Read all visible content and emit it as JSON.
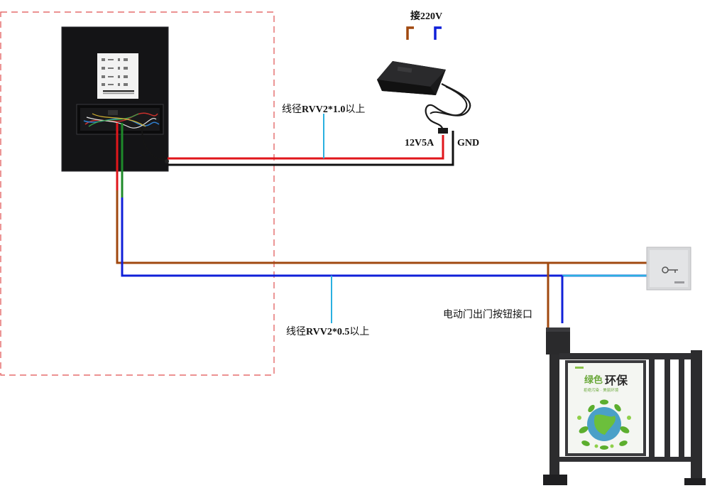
{
  "labels": {
    "power_input": "接220V",
    "adapter_output": "12V5A",
    "ground": "GND",
    "cable_spec_power_prefix": "线径",
    "cable_spec_power_bold": "RVV2*1.0",
    "cable_spec_power_suffix": "以上",
    "cable_spec_signal_prefix": "线径",
    "cable_spec_signal_bold": "RVV2*0.5",
    "cable_spec_signal_suffix": "以上",
    "gate_button_port": "电动门出门按钮接口"
  },
  "poster": {
    "title_a": "绿色",
    "title_b": "环保",
    "subtitle": "拒绝污染 · 美丽环境"
  },
  "colors": {
    "power_positive": "#e0161b",
    "power_negative": "#111111",
    "brown_wire": "#a0480f",
    "blue_wire": "#1020d8",
    "green_wire": "#1e8a2a",
    "callout": "#2ab0e0",
    "dashed_frame": "#e05050"
  },
  "icons": {
    "controller": "access-controller-icon",
    "adapter": "power-adapter-icon",
    "exit_button": "exit-button-icon",
    "gate": "pedestrian-gate-icon"
  }
}
